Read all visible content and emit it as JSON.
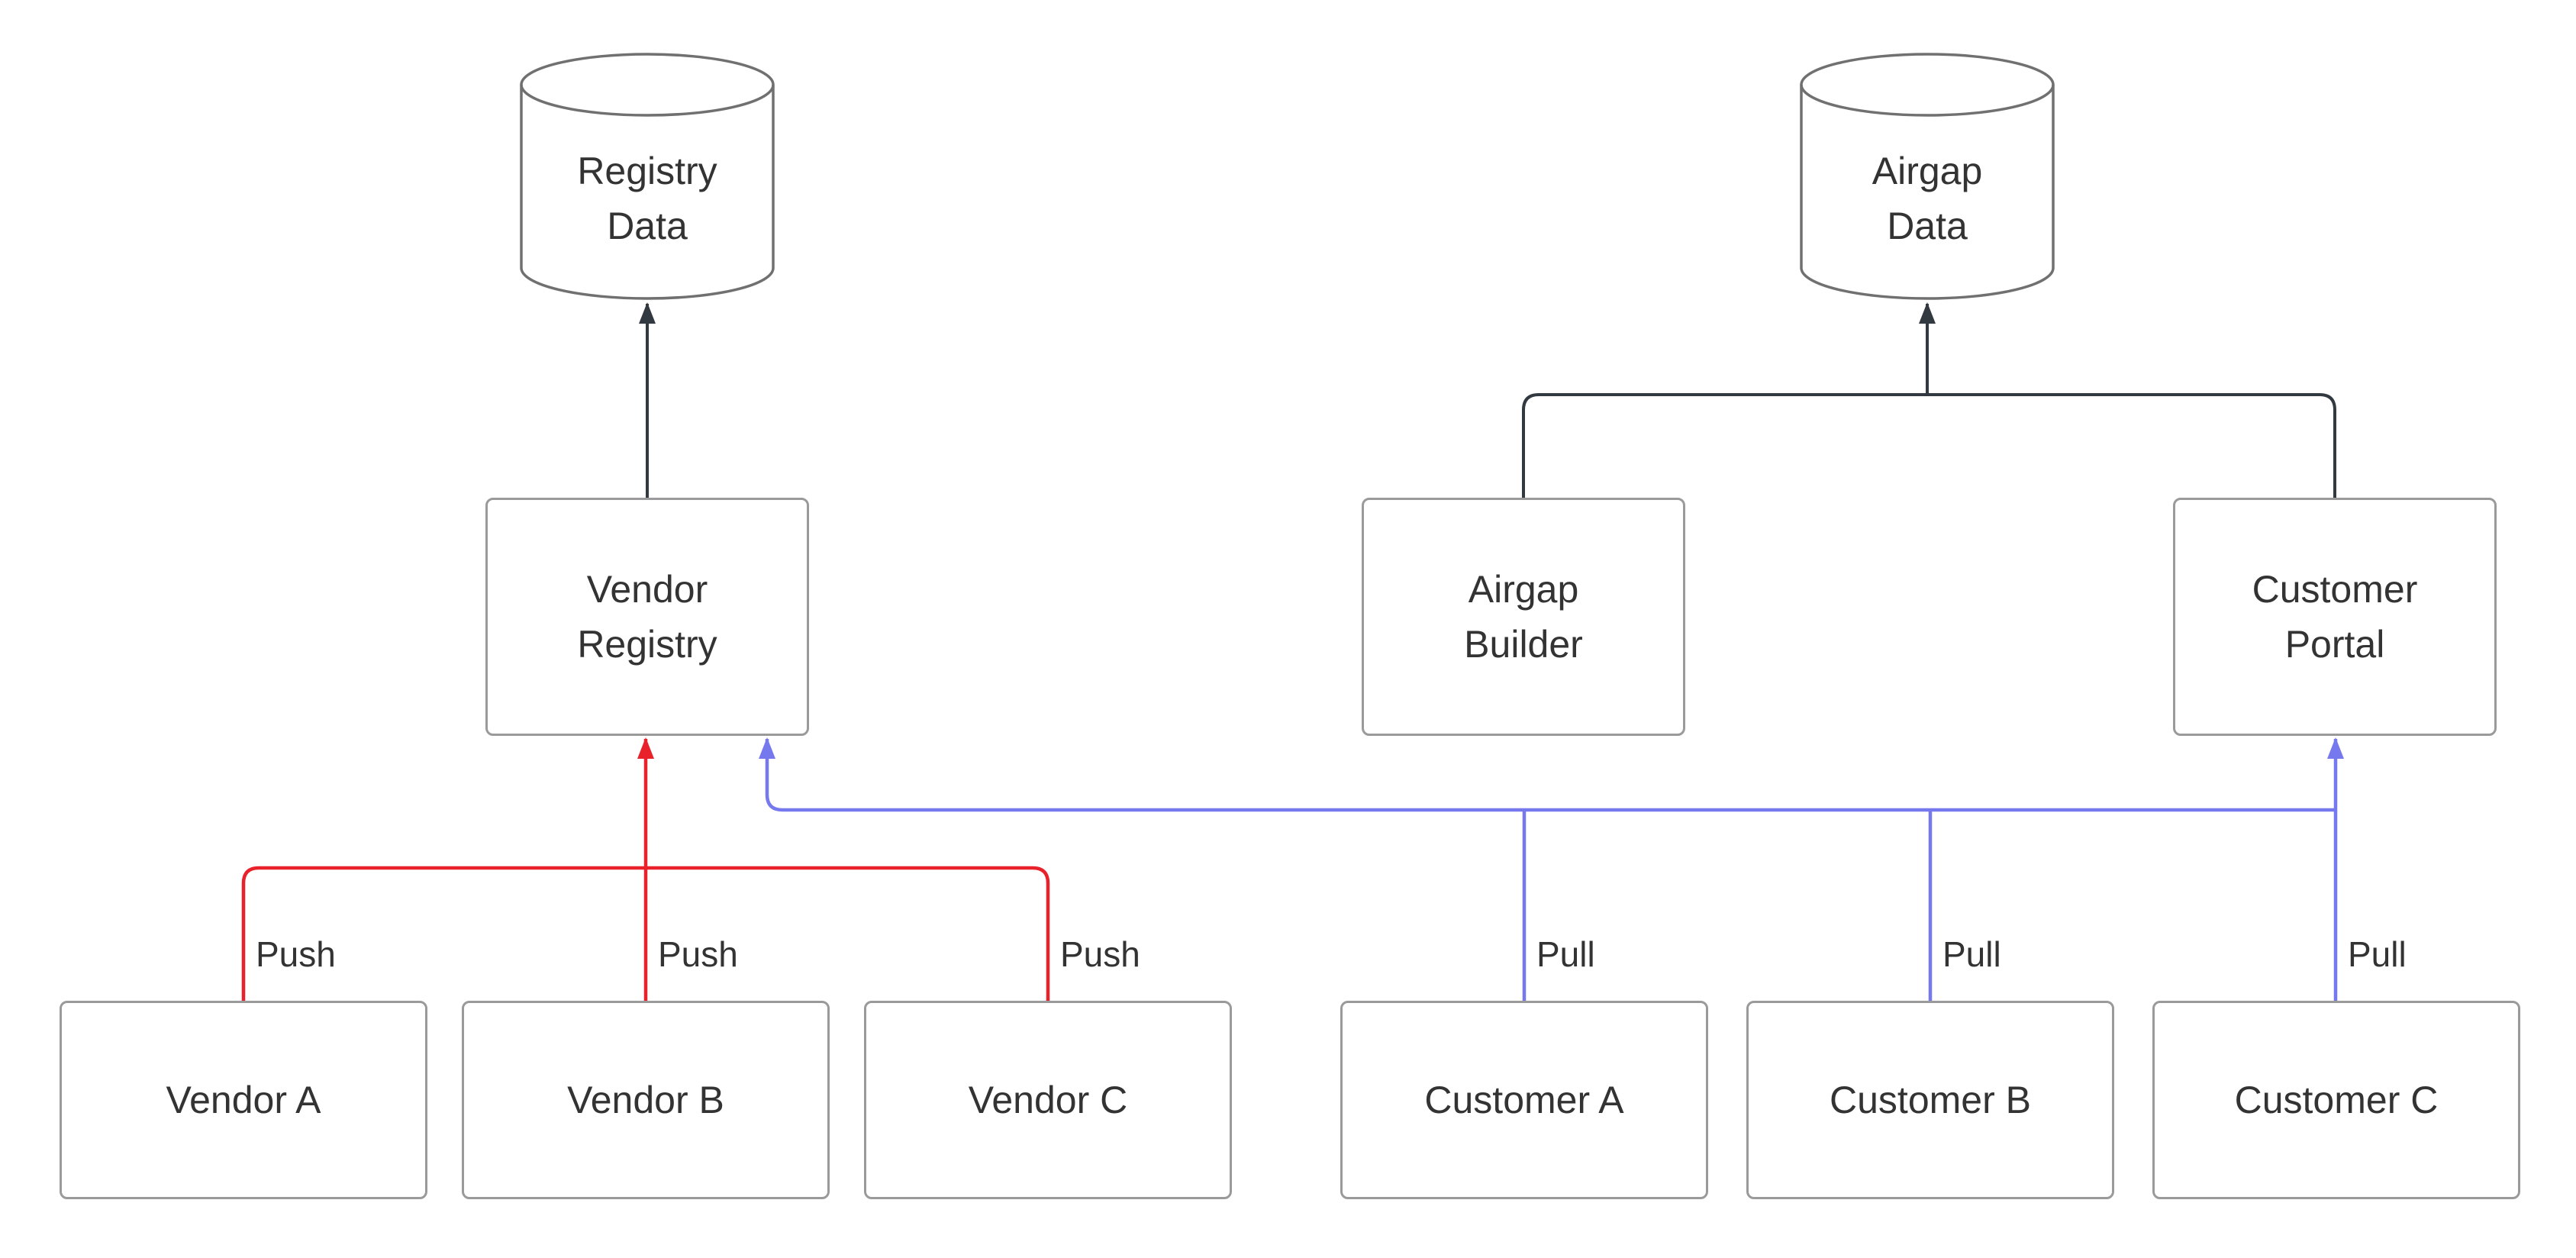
{
  "diagram": {
    "type": "flowchart",
    "background": "#ffffff",
    "colors": {
      "node_fill": "#ffffff",
      "node_border": "#9a9a9a",
      "datastore_border": "#707070",
      "text": "#333333",
      "flow_edge": "#333940",
      "push_edge": "#e8212b",
      "pull_edge": "#7678ee"
    },
    "datastores": {
      "registry_data": {
        "line1": "Registry",
        "line2": "Data"
      },
      "airgap_data": {
        "line1": "Airgap",
        "line2": "Data"
      }
    },
    "services": {
      "vendor_registry": {
        "line1": "Vendor",
        "line2": "Registry"
      },
      "airgap_builder": {
        "line1": "Airgap",
        "line2": "Builder"
      },
      "customer_portal": {
        "line1": "Customer",
        "line2": "Portal"
      }
    },
    "actors": {
      "vendor_a": {
        "label": "Vendor A"
      },
      "vendor_b": {
        "label": "Vendor B"
      },
      "vendor_c": {
        "label": "Vendor C"
      },
      "customer_a": {
        "label": "Customer A"
      },
      "customer_b": {
        "label": "Customer B"
      },
      "customer_c": {
        "label": "Customer C"
      }
    },
    "edge_labels": {
      "push": "Push",
      "pull": "Pull"
    },
    "edges": [
      {
        "from": "Vendor Registry",
        "to": "Registry Data"
      },
      {
        "from": "Airgap Builder",
        "to": "Airgap Data"
      },
      {
        "from": "Customer Portal",
        "to": "Airgap Data"
      },
      {
        "from": "Vendor A",
        "to": "Vendor Registry",
        "label": "Push"
      },
      {
        "from": "Vendor B",
        "to": "Vendor Registry",
        "label": "Push"
      },
      {
        "from": "Vendor C",
        "to": "Vendor Registry",
        "label": "Push"
      },
      {
        "from": "Customer A",
        "to": "Vendor Registry / Customer Portal",
        "label": "Pull"
      },
      {
        "from": "Customer B",
        "to": "Vendor Registry / Customer Portal",
        "label": "Pull"
      },
      {
        "from": "Customer C",
        "to": "Vendor Registry / Customer Portal",
        "label": "Pull"
      }
    ]
  }
}
